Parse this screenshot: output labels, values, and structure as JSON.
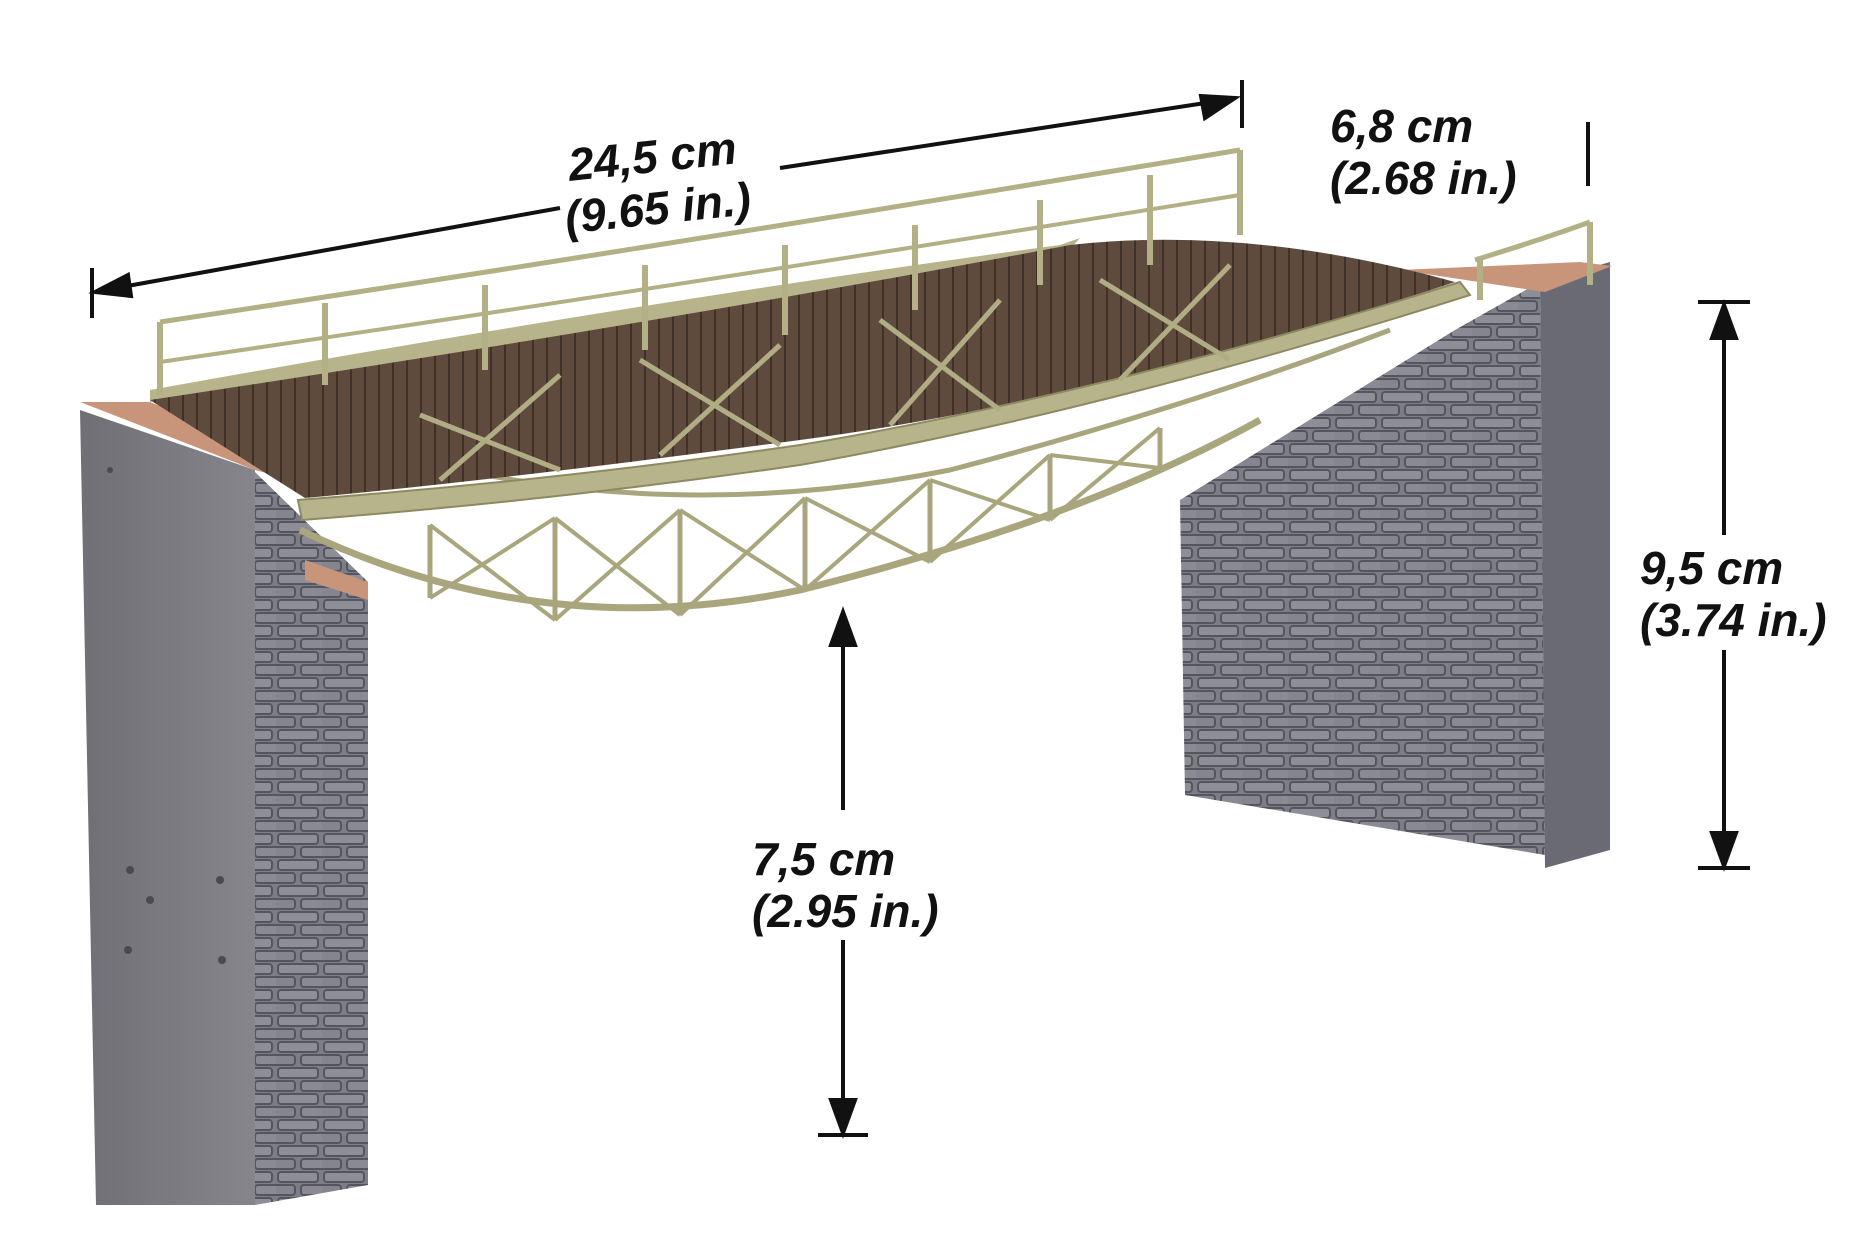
{
  "dimensions": {
    "length": {
      "metric": "24,5 cm",
      "imperial": "(9.65 in.)"
    },
    "width": {
      "metric": "6,8 cm",
      "imperial": "(2.68 in.)"
    },
    "height": {
      "metric": "9,5 cm",
      "imperial": "(3.74 in.)"
    },
    "clearance": {
      "metric": "7,5 cm",
      "imperial": "(2.95 in.)"
    }
  },
  "colors": {
    "steel": "#b7b48c",
    "steel_dark": "#8d8a62",
    "deck_wood": "#5e4a3d",
    "stone": "#7c7c86",
    "stone_dark": "#5c5c66",
    "concrete": "#77777d",
    "cap": "#c8957a",
    "dimension_line": "#111111"
  }
}
